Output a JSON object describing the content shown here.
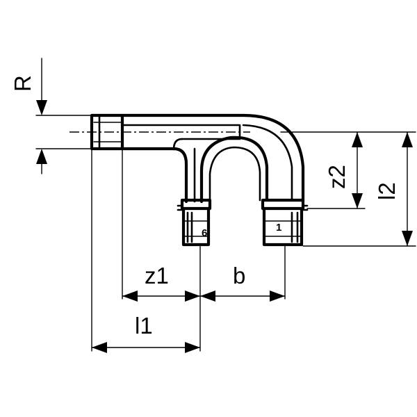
{
  "dimension_labels": {
    "R": "R",
    "z1": "z1",
    "b": "b",
    "l1": "l1",
    "z2": "z2",
    "l2": "l2"
  },
  "fitting_marks": {
    "left_outlet": "6",
    "right_outlet": "1"
  }
}
